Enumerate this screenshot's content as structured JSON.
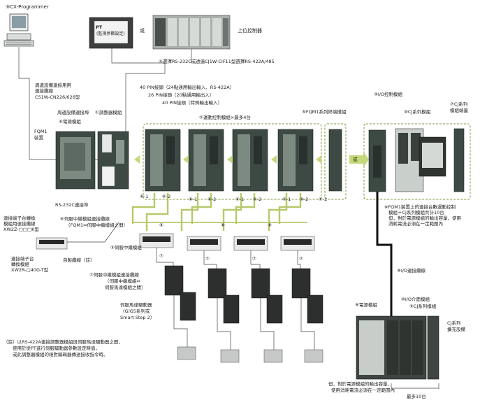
{
  "labels": {
    "cx_programmer": "⑨CX-Programmer",
    "pt_title": "PT",
    "pt_sub": "(監視參數設定)",
    "or": "或",
    "host_controller": "上位控制器",
    "rs_link": "④選擇RS-232C或透過CJ1W-CIF11型選擇RS-422A/485",
    "peripheral_cable_1": "周邊設備連接用用",
    "peripheral_cable_2": "連接纜線",
    "peripheral_cable_3": "CS1W-CN226/626型",
    "pin40_a": "40 PIN接頭（24點通用輸出輸入、RS-422A）",
    "pin26": "26 PIN接頭（20點通用輸出入）",
    "pin40_b": "40 PIN接頭（特殊輸出輸入）",
    "io_control": "③I/O控制模組",
    "peripheral_conn": "周邊設備連接埠",
    "adjust_module": "①調整器模組",
    "motion_module": "②運動控制模組×最多4台",
    "end_module": "⑤FQM1系列終端模組",
    "cj_module": "⑩CJ系列模組",
    "cj_end_1": "⑦CJ系列",
    "cj_end_2": "模組端蓋",
    "power_module_top": "⑥電源模組",
    "fqm1_1": "FQM1",
    "fqm1_2": "裝置",
    "rs232_conn": "RS-232C連接埠",
    "term_conv_1": "連接端子台轉換",
    "term_conv_2": "模組用連接纜線",
    "term_conv_3": "XW2Z-□□□K型",
    "relay_cable_1": "⑥伺服中繼模組連接纜線",
    "relay_cable_2": "（FQM1⇔伺服中繼模組之間）",
    "relay_module": "⑤伺服中繼模組",
    "term_block_1": "連接端子台",
    "term_block_2": "轉換模組",
    "term_block_3": "XW2R-□40G-T型",
    "custom_cable": "自製纜線（註）",
    "drive_cable_1": "⑦伺服中繼模組連接纜線",
    "drive_cable_2": "（伺服中繼模組⇔",
    "drive_cable_3": "伺服馬達模組之間）",
    "servo_1": "伺服馬達驅動器",
    "servo_2": "（G/G5系列或",
    "servo_3": "Smart Step 2）",
    "note_1": "（註）以RS-422A連接調整器模組與伺服馬達驅動器之間，",
    "note_2": "使用於從PT進行伺服驅動器參數設定時值，",
    "note_3": "或此調整器模組的絕對編碼器傳送接收指令時。",
    "fqm1_note_1": "※FQM1裝置上的連接台數運動控制",
    "fqm1_note_2": "模組＋CJ系列模組共計10台",
    "fqm1_note_3": "但，對於電源模組的輸出容量，使用",
    "fqm1_note_4": "消耗電流必須在一定範圍內",
    "io_cable": "⑨I/O連接纜線",
    "io_if": "⑩I/O介面模組",
    "power_module_bottom": "⑨電源模組",
    "cj_module_bottom": "⑨CJ系列模組",
    "cj_expand_1": "CJ系列",
    "cj_expand_2": "擴充設備",
    "bottom_note_1": "但，對於電源模組的輸出容量，",
    "bottom_note_2": "使用消耗電流必須在一定範圍內",
    "max10": "最多10台",
    "num_61": "⑥-1",
    "num_62": "⑥-2",
    "num_8": "⑧",
    "num_7": "⑦",
    "arrow_or": "或"
  }
}
